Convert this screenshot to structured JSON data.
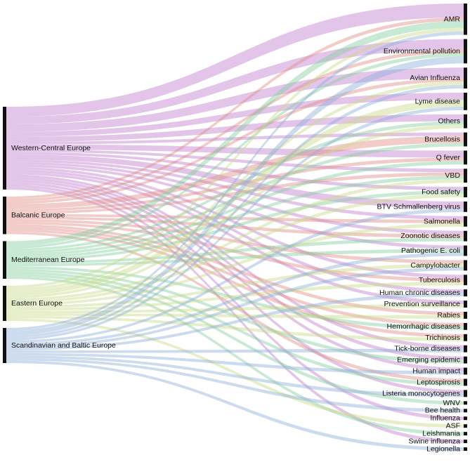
{
  "chart_data": {
    "type": "sankey",
    "title": "",
    "sources": [
      {
        "name": "Western-Central Europe",
        "color": "#c27fcf"
      },
      {
        "name": "Balcanic Europe",
        "color": "#e08f86"
      },
      {
        "name": "Mediterranean Europe",
        "color": "#86cfa0"
      },
      {
        "name": "Eastern Europe",
        "color": "#c9d98a"
      },
      {
        "name": "Scandinavian and Baltic Europe",
        "color": "#8fb0d8"
      }
    ],
    "targets": [
      {
        "name": "AMR",
        "w": 9
      },
      {
        "name": "Environmental pollution",
        "w": 7
      },
      {
        "name": "Avian Influenza",
        "w": 6
      },
      {
        "name": "Lyme disease",
        "w": 5
      },
      {
        "name": "Others",
        "w": 4
      },
      {
        "name": "Brucellosis",
        "w": 4
      },
      {
        "name": "Q fever",
        "w": 4
      },
      {
        "name": "VBD",
        "w": 4
      },
      {
        "name": "Food safety",
        "w": 3
      },
      {
        "name": "BTV Schmallenberg virus",
        "w": 3
      },
      {
        "name": "Salmonella",
        "w": 3
      },
      {
        "name": "Zoonotic diseases",
        "w": 3
      },
      {
        "name": "Pathogenic E. coli",
        "w": 3
      },
      {
        "name": "Campylobacter",
        "w": 3
      },
      {
        "name": "Tuberculosis",
        "w": 3
      },
      {
        "name": "Human chronic diseases",
        "w": 2
      },
      {
        "name": "Prevention surveillance",
        "w": 2
      },
      {
        "name": "Rabies",
        "w": 2
      },
      {
        "name": "Hemorrhagic diseases",
        "w": 2
      },
      {
        "name": "Trichinosis",
        "w": 2
      },
      {
        "name": "Tick-borne diseases",
        "w": 2
      },
      {
        "name": "Emerging epidemic",
        "w": 2
      },
      {
        "name": "Human impact",
        "w": 2
      },
      {
        "name": "Leptospirosis",
        "w": 2
      },
      {
        "name": "Listeria monocytogenes",
        "w": 2
      },
      {
        "name": "WNV",
        "w": 1
      },
      {
        "name": "Bee health",
        "w": 1
      },
      {
        "name": "Influenza",
        "w": 1
      },
      {
        "name": "ASF",
        "w": 1
      },
      {
        "name": "Leishmania",
        "w": 1
      },
      {
        "name": "Swine influenza",
        "w": 1
      },
      {
        "name": "Legionella",
        "w": 1
      }
    ],
    "links": [
      {
        "s": 0,
        "t": 0,
        "v": 4
      },
      {
        "s": 1,
        "t": 0,
        "v": 1
      },
      {
        "s": 2,
        "t": 0,
        "v": 2
      },
      {
        "s": 3,
        "t": 0,
        "v": 1
      },
      {
        "s": 4,
        "t": 0,
        "v": 1
      },
      {
        "s": 0,
        "t": 1,
        "v": 3
      },
      {
        "s": 1,
        "t": 1,
        "v": 1
      },
      {
        "s": 2,
        "t": 1,
        "v": 1
      },
      {
        "s": 4,
        "t": 1,
        "v": 2
      },
      {
        "s": 0,
        "t": 2,
        "v": 3
      },
      {
        "s": 1,
        "t": 2,
        "v": 1
      },
      {
        "s": 3,
        "t": 2,
        "v": 1
      },
      {
        "s": 4,
        "t": 2,
        "v": 1
      },
      {
        "s": 0,
        "t": 3,
        "v": 2
      },
      {
        "s": 3,
        "t": 3,
        "v": 2
      },
      {
        "s": 4,
        "t": 3,
        "v": 1
      },
      {
        "s": 0,
        "t": 4,
        "v": 2
      },
      {
        "s": 2,
        "t": 4,
        "v": 1
      },
      {
        "s": 3,
        "t": 4,
        "v": 1
      },
      {
        "s": 0,
        "t": 5,
        "v": 1
      },
      {
        "s": 1,
        "t": 5,
        "v": 2
      },
      {
        "s": 2,
        "t": 5,
        "v": 1
      },
      {
        "s": 0,
        "t": 6,
        "v": 2
      },
      {
        "s": 1,
        "t": 6,
        "v": 1
      },
      {
        "s": 2,
        "t": 6,
        "v": 1
      },
      {
        "s": 0,
        "t": 7,
        "v": 1
      },
      {
        "s": 1,
        "t": 7,
        "v": 1
      },
      {
        "s": 2,
        "t": 7,
        "v": 1
      },
      {
        "s": 3,
        "t": 7,
        "v": 1
      },
      {
        "s": 0,
        "t": 8,
        "v": 1
      },
      {
        "s": 2,
        "t": 8,
        "v": 1
      },
      {
        "s": 3,
        "t": 8,
        "v": 1
      },
      {
        "s": 0,
        "t": 9,
        "v": 2
      },
      {
        "s": 4,
        "t": 9,
        "v": 1
      },
      {
        "s": 0,
        "t": 10,
        "v": 1
      },
      {
        "s": 1,
        "t": 10,
        "v": 1
      },
      {
        "s": 3,
        "t": 10,
        "v": 1
      },
      {
        "s": 0,
        "t": 11,
        "v": 1
      },
      {
        "s": 1,
        "t": 11,
        "v": 1
      },
      {
        "s": 2,
        "t": 11,
        "v": 1
      },
      {
        "s": 0,
        "t": 12,
        "v": 1
      },
      {
        "s": 2,
        "t": 12,
        "v": 1
      },
      {
        "s": 4,
        "t": 12,
        "v": 1
      },
      {
        "s": 1,
        "t": 13,
        "v": 1
      },
      {
        "s": 3,
        "t": 13,
        "v": 1
      },
      {
        "s": 4,
        "t": 13,
        "v": 1
      },
      {
        "s": 0,
        "t": 14,
        "v": 1
      },
      {
        "s": 1,
        "t": 14,
        "v": 1
      },
      {
        "s": 3,
        "t": 14,
        "v": 1
      },
      {
        "s": 0,
        "t": 15,
        "v": 1
      },
      {
        "s": 4,
        "t": 15,
        "v": 1
      },
      {
        "s": 0,
        "t": 16,
        "v": 1
      },
      {
        "s": 3,
        "t": 16,
        "v": 1
      },
      {
        "s": 1,
        "t": 17,
        "v": 1
      },
      {
        "s": 3,
        "t": 17,
        "v": 1
      },
      {
        "s": 1,
        "t": 18,
        "v": 1
      },
      {
        "s": 2,
        "t": 18,
        "v": 1
      },
      {
        "s": 1,
        "t": 19,
        "v": 1
      },
      {
        "s": 3,
        "t": 19,
        "v": 1
      },
      {
        "s": 0,
        "t": 20,
        "v": 1
      },
      {
        "s": 4,
        "t": 20,
        "v": 1
      },
      {
        "s": 0,
        "t": 21,
        "v": 1
      },
      {
        "s": 2,
        "t": 21,
        "v": 1
      },
      {
        "s": 0,
        "t": 22,
        "v": 1
      },
      {
        "s": 4,
        "t": 22,
        "v": 1
      },
      {
        "s": 1,
        "t": 23,
        "v": 1
      },
      {
        "s": 2,
        "t": 23,
        "v": 1
      },
      {
        "s": 0,
        "t": 24,
        "v": 1
      },
      {
        "s": 4,
        "t": 24,
        "v": 1
      },
      {
        "s": 2,
        "t": 25,
        "v": 1
      },
      {
        "s": 4,
        "t": 26,
        "v": 1
      },
      {
        "s": 0,
        "t": 27,
        "v": 1
      },
      {
        "s": 3,
        "t": 28,
        "v": 1
      },
      {
        "s": 2,
        "t": 29,
        "v": 1
      },
      {
        "s": 0,
        "t": 30,
        "v": 1
      },
      {
        "s": 4,
        "t": 31,
        "v": 1
      }
    ]
  }
}
